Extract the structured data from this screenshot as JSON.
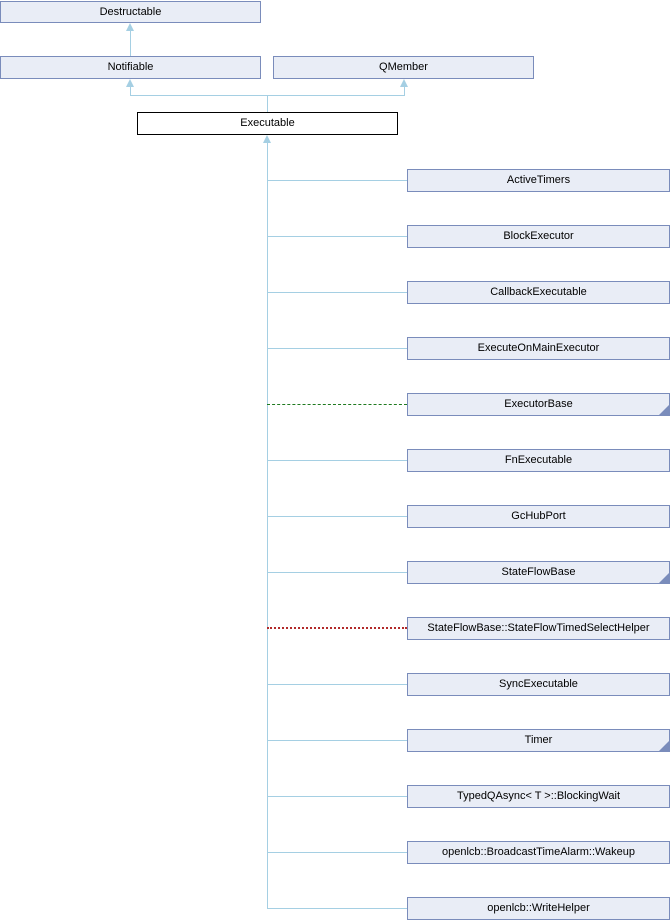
{
  "diagram_type": "class-inheritance-graph",
  "colors": {
    "node_fill": "#e9edf6",
    "node_border": "#7a8cbb",
    "current_node_fill": "#ffffff",
    "current_node_border": "#000000",
    "edge_solid": "#a5cfe3",
    "edge_dashed_green": "#1f7a1f",
    "edge_dotted_red": "#b22a2a"
  },
  "classes": {
    "grandparent": {
      "label": "Destructable"
    },
    "parents": [
      {
        "label": "Notifiable"
      },
      {
        "label": "QMember"
      }
    ],
    "current": {
      "label": "Executable"
    },
    "derived": [
      {
        "label": "ActiveTimers",
        "edge_style": "solid",
        "has_subclasses": false
      },
      {
        "label": "BlockExecutor",
        "edge_style": "solid",
        "has_subclasses": false
      },
      {
        "label": "CallbackExecutable",
        "edge_style": "solid",
        "has_subclasses": false
      },
      {
        "label": "ExecuteOnMainExecutor",
        "edge_style": "solid",
        "has_subclasses": false
      },
      {
        "label": "ExecutorBase",
        "edge_style": "dashed-green",
        "has_subclasses": true
      },
      {
        "label": "FnExecutable",
        "edge_style": "solid",
        "has_subclasses": false
      },
      {
        "label": "GcHubPort",
        "edge_style": "solid",
        "has_subclasses": false
      },
      {
        "label": "StateFlowBase",
        "edge_style": "solid",
        "has_subclasses": true
      },
      {
        "label": "StateFlowBase::StateFlowTimedSelectHelper",
        "edge_style": "dotted-red",
        "has_subclasses": false
      },
      {
        "label": "SyncExecutable",
        "edge_style": "solid",
        "has_subclasses": false
      },
      {
        "label": "Timer",
        "edge_style": "solid",
        "has_subclasses": true
      },
      {
        "label": "TypedQAsync< T >::BlockingWait",
        "edge_style": "solid",
        "has_subclasses": false
      },
      {
        "label": "openlcb::BroadcastTimeAlarm::Wakeup",
        "edge_style": "solid",
        "has_subclasses": false
      },
      {
        "label": "openlcb::WriteHelper",
        "edge_style": "solid",
        "has_subclasses": false
      }
    ]
  }
}
